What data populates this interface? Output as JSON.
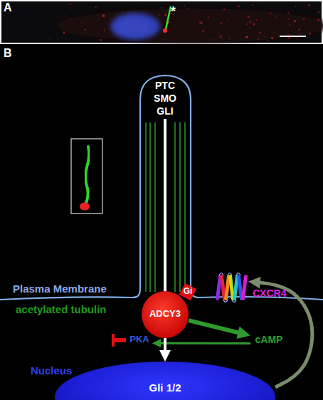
{
  "diagram": {
    "nodes": [
      {
        "text": [
          "PTC",
          "SMO",
          "GLI"
        ]
      },
      {
        "text": [
          "CXCR4"
        ]
      },
      {
        "text": [
          "Gi"
        ]
      },
      {
        "text": [
          "ADCY3"
        ]
      },
      {
        "text": [
          "PKA"
        ]
      },
      {
        "text": [
          "cAMP"
        ]
      },
      {
        "text": [
          "Nucleus",
          "Gli 1/2"
        ]
      }
    ],
    "edges": [
      {
        "from": 3,
        "to": 5,
        "arrow": "to"
      },
      {
        "from": 5,
        "to": 4,
        "arrow": "to"
      },
      {
        "from": 0,
        "to": 6,
        "arrow": "to"
      },
      {
        "from": 6,
        "to": 1,
        "arrow": "to"
      }
    ],
    "labels": [
      "A",
      "*",
      "B",
      "Plasma Membrane",
      "acetylated tubulin"
    ]
  }
}
